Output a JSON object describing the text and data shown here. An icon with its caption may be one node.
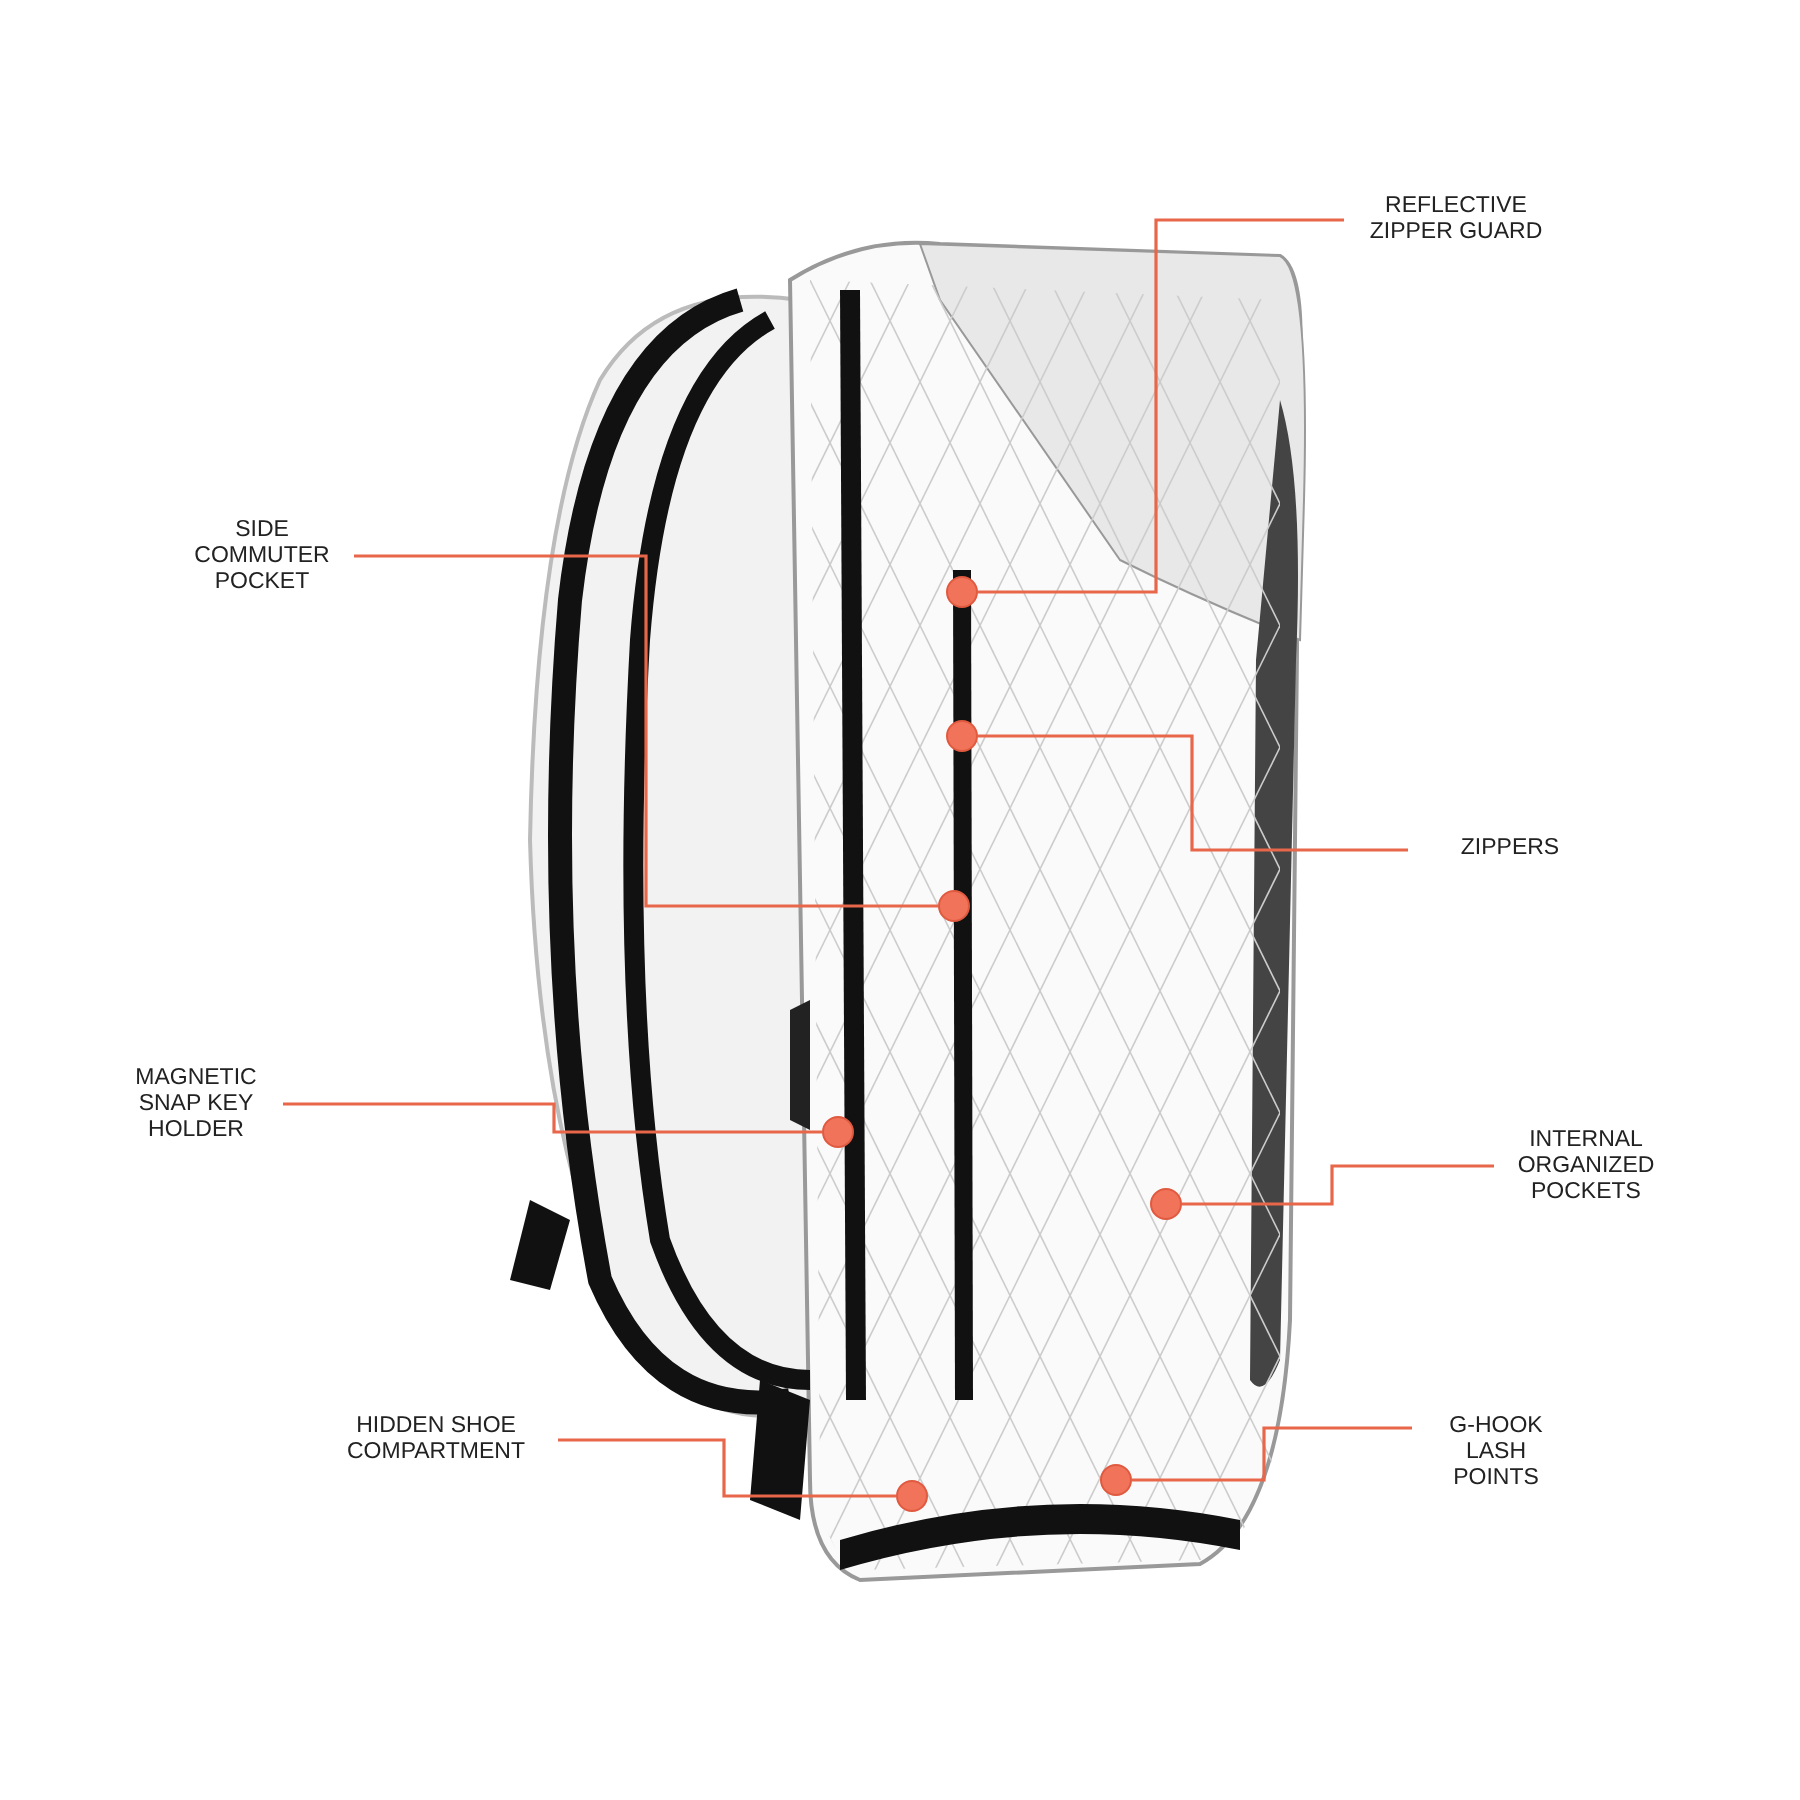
{
  "diagram": {
    "nodes": [
      {
        "text": [
          "REFLECTIVE ZIPPER GUARD"
        ]
      },
      {
        "text": [
          "SIDE COMMUTER POCKET"
        ]
      },
      {
        "text": [
          "ZIPPERS"
        ]
      },
      {
        "text": [
          "MAGNETIC SNAP KEY HOLDER"
        ]
      },
      {
        "text": [
          "INTERNAL ORGANIZED POCKETS"
        ]
      },
      {
        "text": [
          "HIDDEN SHOE COMPARTMENT"
        ]
      },
      {
        "text": [
          "G-HOOK LASH POINTS"
        ]
      },
      {
        "text": [],
        "shape": "circle"
      },
      {
        "text": [],
        "shape": "circle"
      },
      {
        "text": [],
        "shape": "circle"
      },
      {
        "text": [],
        "shape": "circle"
      },
      {
        "text": [],
        "shape": "circle"
      },
      {
        "text": [],
        "shape": "circle"
      },
      {
        "text": [],
        "shape": "circle"
      }
    ],
    "edges": [
      {
        "from": 0,
        "to": 7,
        "arrow": "none"
      },
      {
        "from": 1,
        "to": 9,
        "arrow": "none"
      },
      {
        "from": 2,
        "to": 8,
        "arrow": "none"
      },
      {
        "from": 3,
        "to": 10,
        "arrow": "none"
      },
      {
        "from": 4,
        "to": 11,
        "arrow": "none"
      },
      {
        "from": 5,
        "to": 13,
        "arrow": "none"
      },
      {
        "from": 6,
        "to": 12,
        "arrow": "none"
      }
    ]
  }
}
